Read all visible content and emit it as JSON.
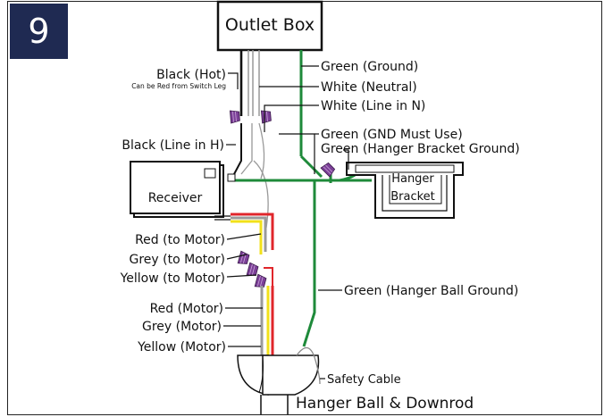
{
  "step_number": "9",
  "boxes": {
    "outlet_box": "Outlet Box",
    "receiver": "Receiver",
    "hanger_bracket_line1": "Hanger",
    "hanger_bracket_line2": "Bracket",
    "hanger_ball": "Hanger Ball & Downrod"
  },
  "labels": {
    "black_hot": "Black (Hot)",
    "black_hot_note": "Can be Red from Switch Leg",
    "black_line_h": "Black (Line in H)",
    "red_to_motor": "Red (to Motor)",
    "grey_to_motor": "Grey (to Motor)",
    "yellow_to_motor": "Yellow (to Motor)",
    "red_motor": "Red (Motor)",
    "grey_motor": "Grey (Motor)",
    "yellow_motor": "Yellow (Motor)",
    "green_ground": "Green (Ground)",
    "white_neutral": "White (Neutral)",
    "white_line_n": "White (Line in N)",
    "green_gnd_must_use": "Green (GND Must Use)",
    "green_hanger_bracket_ground": "Green (Hanger Bracket Ground)",
    "green_hanger_ball_ground": "Green (Hanger Ball Ground)",
    "safety_cable": "Safety Cable"
  },
  "colors": {
    "badge_bg": "#1f2a52",
    "ground_green": "#1e8a3a",
    "red_wire": "#e0262b",
    "yellow_wire": "#f2e11a",
    "grey_wire": "#9a9a9a",
    "wire_nut": "#7b3f97"
  }
}
